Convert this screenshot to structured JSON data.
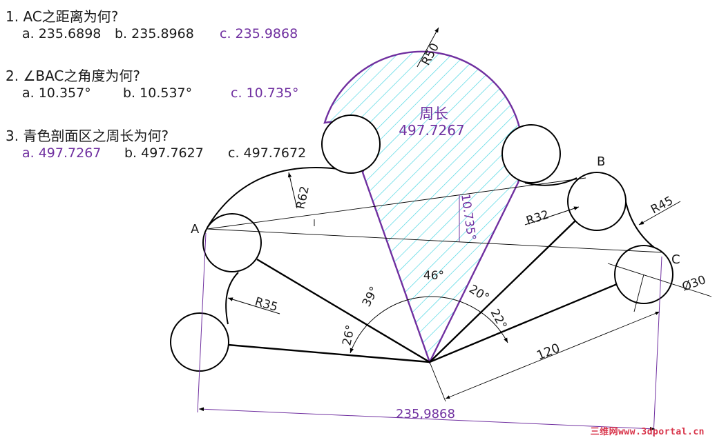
{
  "colors": {
    "accent": "#7030A0",
    "hatch": "#3fd3e0",
    "text": "#1a1a1a",
    "line": "#000000",
    "watermark": "#d8344a"
  },
  "questions": [
    {
      "label": "1. AC之距离为何?",
      "options": [
        "a. 235.6898",
        "b. 235.8968",
        "c. 235.9868"
      ],
      "answer_index": 2
    },
    {
      "label": "2. ∠BAC之角度为何?",
      "options": [
        "a. 10.357°",
        "b. 10.537°",
        "c. 10.735°"
      ],
      "answer_index": 2
    },
    {
      "label": "3. 青色剖面区之周长为何?",
      "options": [
        "a. 497.7267",
        "b. 497.7627",
        "c. 497.7672"
      ],
      "answer_index": 0
    }
  ],
  "diagram": {
    "points": {
      "a": "A",
      "b": "B",
      "c": "C"
    },
    "region_label": "周长",
    "region_value": "497.7267",
    "dims": {
      "r50": "R50",
      "r62": "R62",
      "r32": "R32",
      "r45": "R45",
      "r35": "R35",
      "d30": "Ø30",
      "ang46": "46°",
      "ang39": "39°",
      "ang26": "26°",
      "ang20": "20°",
      "ang22": "22°",
      "len120": "120",
      "dist": "235,9868",
      "bac": "10.735°"
    }
  },
  "watermark": "三维网www.3dportal.cn"
}
